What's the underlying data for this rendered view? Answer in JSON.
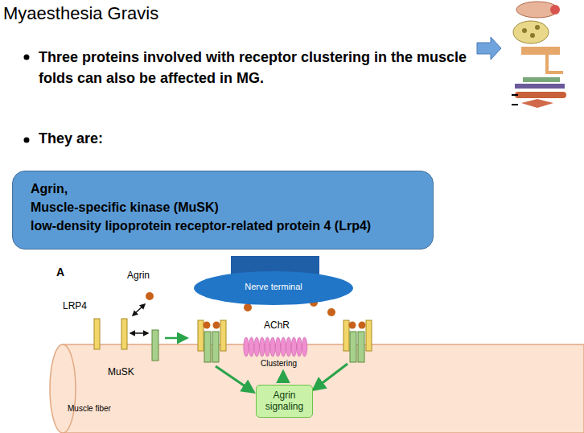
{
  "diagram": {
    "title": "Myaesthesia Gravis",
    "nodes": [
      {
        "text": [
          "Agrin,",
          "Muscle-specific kinase (MuSK)",
          "low-density lipoprotein receptor-related protein 4 (Lrp4)"
        ]
      },
      {
        "text": [
          "Nerve terminal"
        ]
      },
      {
        "text": [
          "Muscle fiber"
        ]
      },
      {
        "text": [
          "Agrin signaling"
        ],
        "in": 2
      }
    ],
    "labels": [
      "Three proteins involved with receptor clustering in the muscle folds can also be affected in MG.",
      "They are:",
      "A",
      "Agrin",
      "LRP4",
      "MuSK",
      "AChR",
      "Clustering"
    ]
  }
}
